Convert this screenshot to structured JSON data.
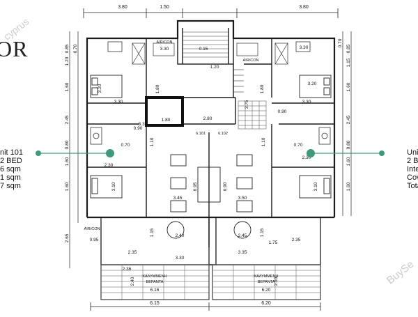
{
  "brand": {
    "fragment": "OR",
    "cyprus_fragment": "cyprus",
    "watermark_right": "BuySe"
  },
  "left_info": [
    "nit 101",
    "2 BED",
    "6 sqm",
    "1 sqm",
    "7 sqm"
  ],
  "right_info": [
    "Unit",
    "2 BE",
    "Inte",
    "Cov",
    "Tota"
  ],
  "dims_top": [
    "3.80",
    "1.50",
    "3.80"
  ],
  "dims_left": [
    "0.85",
    "0.70",
    "1.20",
    "1.60",
    "2.45",
    "0.80",
    "1.60",
    "1.60",
    "2.65"
  ],
  "dims_right": [
    "0.85",
    "0.70",
    "1.15",
    "1.60",
    "2.45",
    "0.80",
    "1.60",
    "1.60"
  ],
  "dims_bottom": [
    "6.15",
    "6.20"
  ],
  "room_dims": {
    "bed_l_w": "3.30",
    "bed_l_h": "3.20",
    "bed_r_w": "3.30",
    "bed_r_h": "3.20",
    "bed2_l_w": "2.30",
    "bed2_l_h": "3.10",
    "bed2_r_w": "2.30",
    "bed2_r_h": "3.10",
    "liv_l_w": "3.45",
    "liv_l_h": "6.95",
    "liv_r_w": "3.50",
    "liv_r_h": "6.90",
    "kit_l": "2.40",
    "kit_r": "2.45",
    "hall_w": "2.80",
    "stair_w": "1.80",
    "stair_h": "1.20",
    "bath_w": "0.90",
    "bath_w2": "0.90",
    "d1": "0.70",
    "d2": "0.70",
    "d3": "1.10",
    "d4": "1.10",
    "wall": "0.15",
    "top_a": "3.30",
    "top_b": "3.30",
    "top_c": "3.30",
    "shaft_h": "3.75",
    "shaft_v": "1.80",
    "lift": "1.80",
    "a1": "0.95",
    "a2": "2.35",
    "a3": "2.35",
    "a4": "1.75",
    "b1": "3.30",
    "b2": "3.35",
    "b3": "2.36",
    "b4": "2.10",
    "b5": "2.40",
    "c1": "6.16",
    "c2": "6.20",
    "h1": "1.15",
    "h2": "1.15",
    "u1": "6.101",
    "u2": "6.102"
  },
  "labels": {
    "aircon_tl": "AIR/CON",
    "aircon_tr": "AIR/CON",
    "aircon_bl": "AIR/CON",
    "veranda_l1": "ΚΑΛΥΜΜΕΝΗ",
    "veranda_l2": "ΒΕΡΑΝΤΑ",
    "veranda_r1": "ΚΑΛΥΜΜΕΝΗ",
    "veranda_r2": "ΒΕΡΑΝΤΑ"
  },
  "colors": {
    "line": "#1a1a1a",
    "marker": "#3e9a7d",
    "watermark": "#c6cbd1"
  }
}
